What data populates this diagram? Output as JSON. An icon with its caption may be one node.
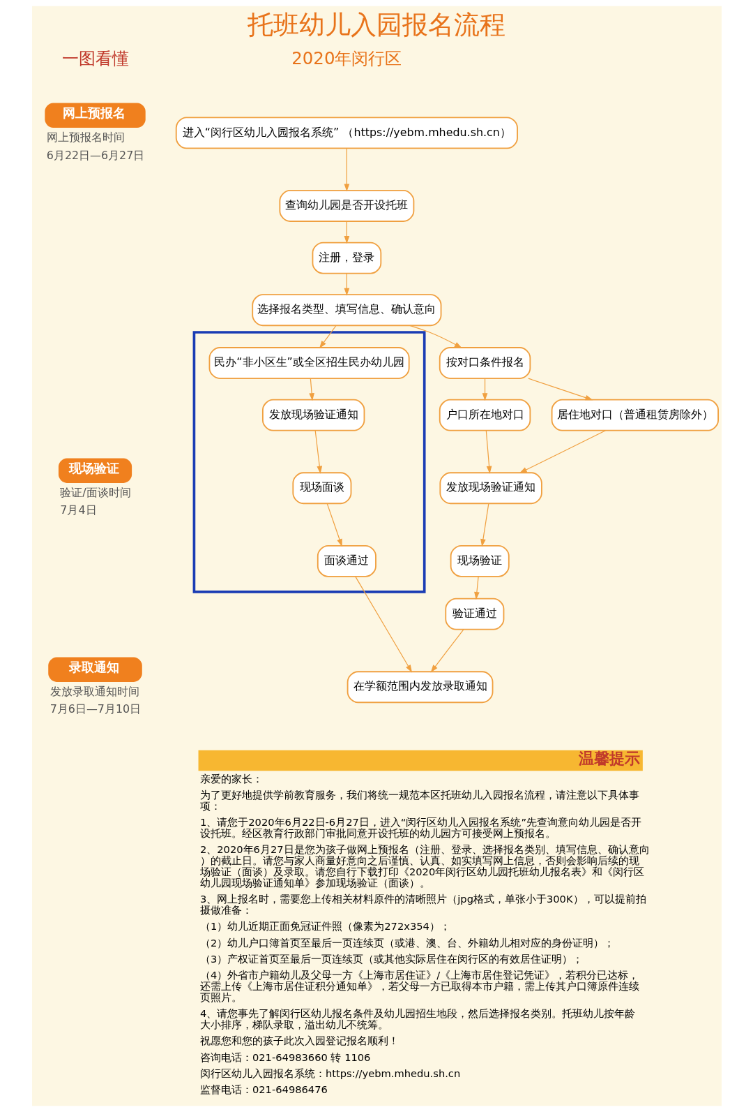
{
  "diagram": {
    "title": "托班幼儿入园报名流程",
    "nodes": [
      {
        "text": [
          "网上预报名"
        ],
        "beside": [
          "网上预报名时间",
          "6月22日—6月27日"
        ]
      },
      {
        "text": [
          "现场验证"
        ],
        "beside": [
          "验证/面谈时间",
          "7月4日"
        ]
      },
      {
        "text": [
          "录取通知"
        ],
        "beside": [
          "发放录取通知时间",
          "7月6日—7月10日"
        ]
      },
      {
        "text": [
          "进入“闵行区幼儿入园报名系统” （https://yebm.mhedu.sh.cn）"
        ]
      },
      {
        "text": [
          "查询幼儿园是否开设托班"
        ]
      },
      {
        "text": [
          "注册，登录"
        ]
      },
      {
        "text": [
          "选择报名类型、填写信息、确认意向"
        ]
      },
      {
        "text": [
          "按对口条件报名"
        ]
      },
      {
        "text": [],
        "shape": "box"
      },
      {
        "text": [
          "民办“非小区生”或全区招生民办幼儿园"
        ],
        "in": 8
      },
      {
        "text": [
          "户口所在地对口"
        ]
      },
      {
        "text": [
          "居住地对口（普通租赁房除外）"
        ]
      },
      {
        "text": [
          "发放现场验证通知"
        ]
      },
      {
        "text": [
          "现场验证"
        ]
      },
      {
        "text": [
          "验证通过"
        ]
      },
      {
        "text": [
          "发放现场验证通知"
        ],
        "in": 8
      },
      {
        "text": [
          "现场面谈"
        ],
        "in": 8
      },
      {
        "text": [
          "面谈通过"
        ],
        "in": 8
      },
      {
        "text": [
          "在学额范围内发放录取通知"
        ]
      }
    ],
    "edges": [
      {
        "from": 3,
        "to": 4,
        "arrow": "to"
      },
      {
        "from": 4,
        "to": 5,
        "arrow": "to"
      },
      {
        "from": 5,
        "to": 6,
        "arrow": "to"
      },
      {
        "from": 6,
        "to": 7,
        "arrow": "to"
      },
      {
        "from": 6,
        "to": 9,
        "arrow": "to"
      },
      {
        "from": 7,
        "to": 10,
        "arrow": "to"
      },
      {
        "from": 7,
        "to": 11,
        "arrow": "to"
      },
      {
        "from": 10,
        "to": 12,
        "arrow": "to"
      },
      {
        "from": 11,
        "to": 12,
        "arrow": "to"
      },
      {
        "from": 12,
        "to": 13,
        "arrow": "to"
      },
      {
        "from": 13,
        "to": 14,
        "arrow": "to"
      },
      {
        "from": 9,
        "to": 15,
        "arrow": "to"
      },
      {
        "from": 15,
        "to": 16,
        "arrow": "to"
      },
      {
        "from": 16,
        "to": 17,
        "arrow": "to"
      },
      {
        "from": 14,
        "to": 18,
        "arrow": "to"
      },
      {
        "from": 17,
        "to": 18,
        "arrow": "to"
      }
    ],
    "labels": [
      "一图看懂",
      "2020年闵行区",
      "温馨提示",
      "亲爱的家长：",
      "为了更好地提供学前教育服务，我们将统一规范本区托班幼儿入园报名流程，请注意以下具体事项：",
      "1、请您于2020年6月22日-6月27日，进入“闵行区幼儿入园报名系统”先查询意向幼儿园是否开设托班。经区教育行政部门审批同意开设托班的幼儿园方可接受网上预报名。",
      "2、2020年6月27日是您为孩子做网上预报名（注册、登录、选择报名类别、填写信息、确认意向）的截止日。请您与家人商量好意向之后谨慎、认真、如实填写网上信息，否则会影响后续的现场验证（面谈）及录取。请您自行下载打印《2020年闵行区幼儿园托班幼儿报名表》和《闵行区幼儿园现场验证通知单》参加现场验证（面谈）。",
      "3、网上报名时，需要您上传相关材料原件的清晰照片（jpg格式，单张小于300K），可以提前拍摄做准备：",
      "（1）幼儿近期正面免冠证件照（像素为272x354）；",
      "（2）幼儿户口簿首页至最后一页连续页（或港、澳、台、外籍幼儿相对应的身份证明）；",
      "（3）产权证首页至最后一页连续页（或其他实际居住在闵行区的有效居住证明）；",
      "（4）外省市户籍幼儿及父母一方《上海市居住证》/《上海市居住登记凭证》，若积分已达标，还需上传《上海市居住证积分通知单》，若父母一方已取得本市户籍，需上传其户口簿原件连续页照片。",
      "4、请您事先了解闵行区幼儿报名条件及幼儿园招生地段，然后选择报名类别。托班幼儿按年龄大小排序，梯队录取，溢出幼儿不统筹。",
      "祝愿您和您的孩子此次入园登记报名顺利！",
      "咨询电话：021-64983660 转 1106",
      "闵行区幼儿入园报名系统：https://yebm.mhedu.sh.cn",
      "监督电话：021-64986476"
    ]
  }
}
